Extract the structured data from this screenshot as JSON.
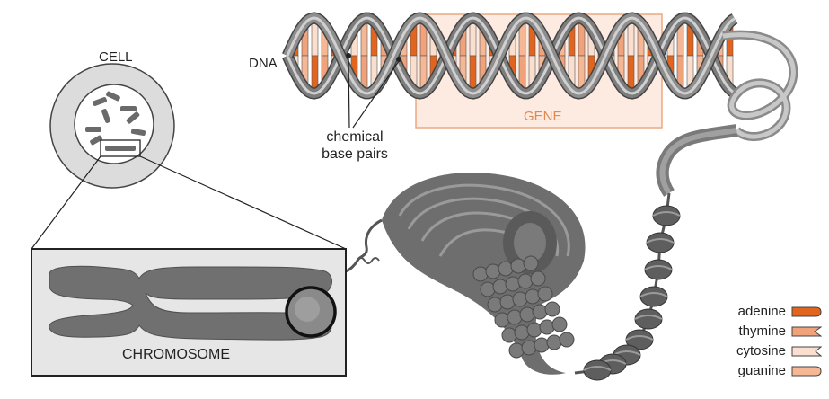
{
  "labels": {
    "cell": "CELL",
    "dna": "DNA",
    "gene": "GENE",
    "base_pairs_line1": "chemical",
    "base_pairs_line2": "base pairs",
    "chromosome": "CHROMOSOME"
  },
  "legend": [
    {
      "name": "adenine",
      "color": "#e2651f"
    },
    {
      "name": "thymine",
      "color": "#f0a27a"
    },
    {
      "name": "cytosine",
      "color": "#fadfcf"
    },
    {
      "name": "guanine",
      "color": "#f6b795"
    }
  ],
  "colors": {
    "backbone": "#9a9a9a",
    "gene_box": "#e08a52",
    "chromatin": "#6a6a6a"
  }
}
